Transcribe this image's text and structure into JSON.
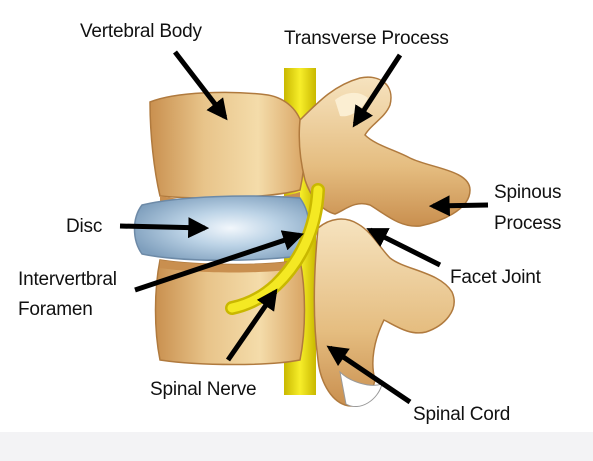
{
  "labels": {
    "vertebral_body": "Vertebral Body",
    "transverse_process": "Transverse Process",
    "spinous_process_line1": "Spinous",
    "spinous_process_line2": "Process",
    "disc": "Disc",
    "intervertebral_foramen_line1": "Intervertbral",
    "intervertebral_foramen_line2": "Foramen",
    "facet_joint": "Facet Joint",
    "spinal_nerve": "Spinal Nerve",
    "spinal_cord": "Spinal Cord"
  },
  "colors": {
    "bone": "#e8c48a",
    "bone_shadow": "#c98f4f",
    "bone_light": "#f6e3bf",
    "disc": "#a9c6dd",
    "disc_light": "#e6f0f8",
    "nerve": "#f2e600",
    "nerve_dark": "#c9b800",
    "arrow": "#000000"
  }
}
